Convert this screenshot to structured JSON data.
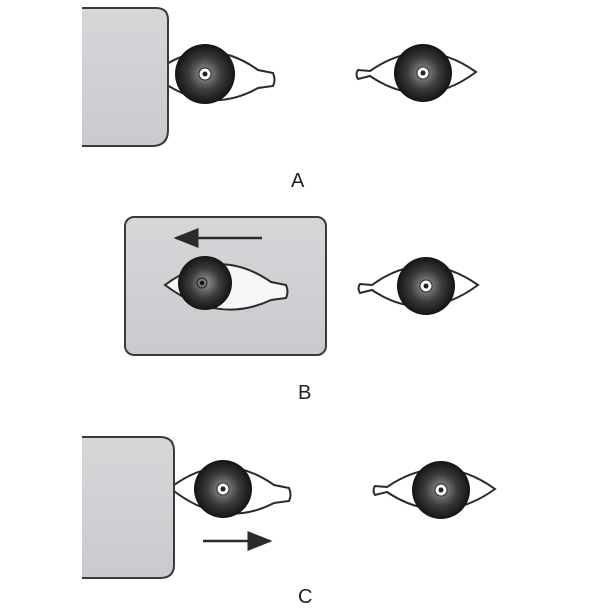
{
  "panels": [
    {
      "label": "A",
      "arrow": "none",
      "occluder_eye": "right-eye",
      "deviation": "none"
    },
    {
      "label": "B",
      "arrow": "left",
      "occluder_eye": "right-eye",
      "deviation": "shifts-outward-under-cover"
    },
    {
      "label": "C",
      "arrow": "right",
      "occluder_eye": "right-eye",
      "deviation": "none"
    }
  ],
  "colors": {
    "occluder_fill": "#d3d3d6",
    "occluder_stroke": "#3a3a3a",
    "iris_dark": "#1e1e1e",
    "iris_light": "#8a8a8a",
    "line": "#2a2a2a"
  }
}
